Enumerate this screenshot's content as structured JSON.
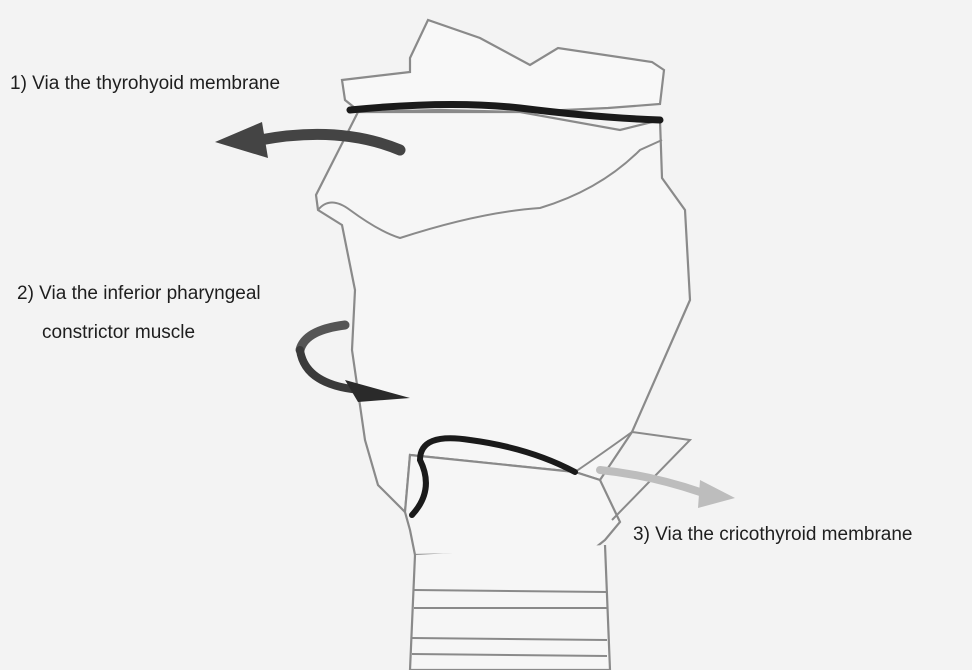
{
  "labels": {
    "route1": "1) Via the thyrohyoid membrane",
    "route2_line1": "2) Via the inferior pharyngeal",
    "route2_line2": "constrictor muscle",
    "route3": "3) Via the cricothyroid membrane"
  },
  "colors": {
    "background": "#f3f3f3",
    "outline": "#8a8a8a",
    "dark_band": "#1a1a1a",
    "arrow_dark": "#444444",
    "arrow_light": "#bdbdbd",
    "text": "#1e1e1e"
  }
}
